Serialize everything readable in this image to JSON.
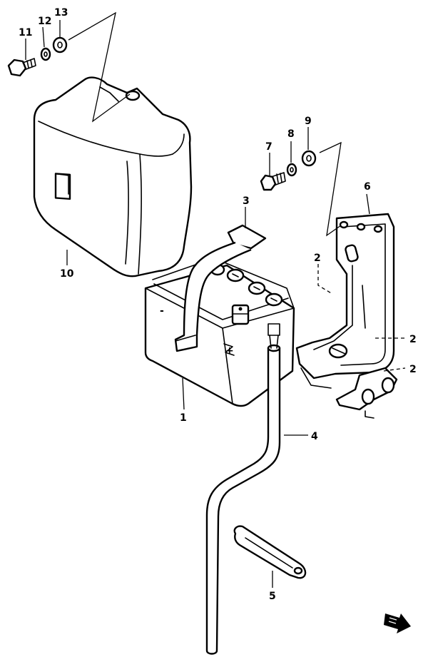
{
  "callouts": {
    "c1": "1",
    "c2a": "2",
    "c2b": "2",
    "c2c": "2",
    "c3": "3",
    "c4": "4",
    "c5": "5",
    "c6": "6",
    "c7": "7",
    "c8": "8",
    "c9": "9",
    "c10": "10",
    "c11": "11",
    "c12": "12",
    "c13": "13"
  },
  "battery_marks": {
    "minus": "-",
    "plus": "+"
  },
  "parts": [
    "battery",
    "battery-tray",
    "battery-band",
    "breather-hose",
    "cable-clamp",
    "battery-holder-bracket",
    "bolt",
    "lock-washer",
    "washer",
    "battery-cover",
    "bolt",
    "lock-washer",
    "washer"
  ],
  "icons": [
    "front-direction-arrow-icon"
  ]
}
